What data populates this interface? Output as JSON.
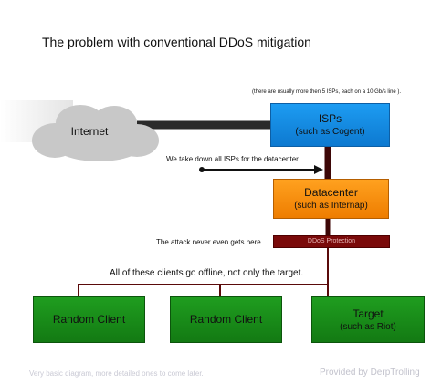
{
  "title": "The problem with conventional DDoS mitigation",
  "top_note": "(there are usually more then 5 ISPs, each on a 10 Gb/s line ).",
  "internet": {
    "label": "Internet"
  },
  "isps": {
    "label": "ISPs",
    "sub": "(such as Cogent)",
    "color": "#1d9cf2"
  },
  "isp_down_note": "We take down all ISPs for the datacenter",
  "datacenter": {
    "label": "Datacenter",
    "sub": "(such as Internap)",
    "color": "#ffa11f"
  },
  "ddos_protection": {
    "label": "DDoS Protection",
    "color": "#7a0a0a"
  },
  "attack_note": "The attack never even gets here",
  "offline_note": "All of these clients go offline, not only the target.",
  "clients": [
    {
      "label": "Random Client"
    },
    {
      "label": "Random Client"
    }
  ],
  "target": {
    "label": "Target",
    "sub": "(such as Riot)"
  },
  "client_color": "#1f9d1f",
  "footer": {
    "left": "Very basic diagram, more detailed ones to come later.",
    "right": "Provided by DerpTrolling"
  }
}
